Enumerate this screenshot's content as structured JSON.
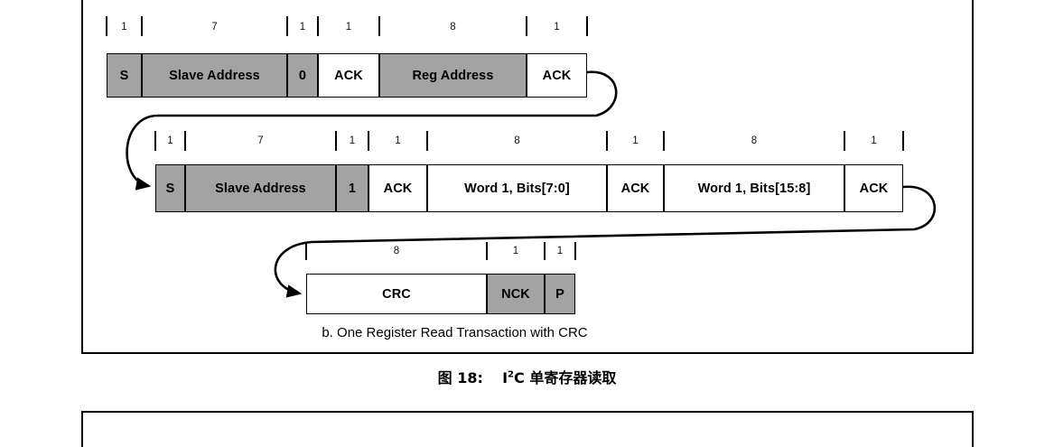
{
  "figure": {
    "caption_prefix": "图 18:",
    "caption_body_pre": "I",
    "caption_sup": "2",
    "caption_body_post": "C 单寄存器读取",
    "sub_caption": "b. One Register Read Transaction with CRC",
    "colors": {
      "gray_fill": "#a3a3a3",
      "white_fill": "#ffffff",
      "line": "#000000"
    }
  },
  "rows": [
    {
      "name": "row-write-phase",
      "cells": [
        {
          "label": "S",
          "bits": "1",
          "fill": "gray"
        },
        {
          "label": "Slave Address",
          "bits": "7",
          "fill": "gray"
        },
        {
          "label": "0",
          "bits": "1",
          "fill": "gray"
        },
        {
          "label": "ACK",
          "bits": "1",
          "fill": "white"
        },
        {
          "label": "Reg Address",
          "bits": "8",
          "fill": "gray"
        },
        {
          "label": "ACK",
          "bits": "1",
          "fill": "white"
        }
      ]
    },
    {
      "name": "row-read-phase",
      "cells": [
        {
          "label": "S",
          "bits": "1",
          "fill": "gray"
        },
        {
          "label": "Slave Address",
          "bits": "7",
          "fill": "gray"
        },
        {
          "label": "1",
          "bits": "1",
          "fill": "gray"
        },
        {
          "label": "ACK",
          "bits": "1",
          "fill": "white"
        },
        {
          "label": "Word 1, Bits[7:0]",
          "bits": "8",
          "fill": "white"
        },
        {
          "label": "ACK",
          "bits": "1",
          "fill": "white"
        },
        {
          "label": "Word 1, Bits[15:8]",
          "bits": "8",
          "fill": "white"
        },
        {
          "label": "ACK",
          "bits": "1",
          "fill": "white"
        }
      ]
    },
    {
      "name": "row-crc-phase",
      "cells": [
        {
          "label": "CRC",
          "bits": "8",
          "fill": "white"
        },
        {
          "label": "NCK",
          "bits": "1",
          "fill": "gray"
        },
        {
          "label": "P",
          "bits": "1",
          "fill": "gray"
        }
      ]
    }
  ]
}
